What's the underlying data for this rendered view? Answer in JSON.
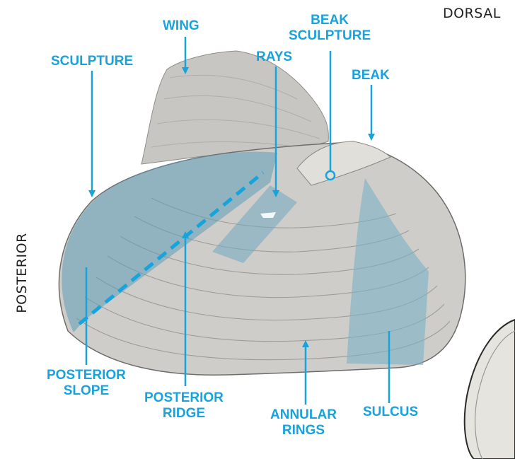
{
  "orientation": {
    "dorsal": "DORSAL",
    "posterior": "POSTERIOR"
  },
  "labels": {
    "wing": "WING",
    "beak_sculpture": [
      "BEAK",
      "SCULPTURE"
    ],
    "sculpture": "SCULPTURE",
    "rays": "RAYS",
    "beak": "BEAK",
    "posterior_slope": [
      "POSTERIOR",
      "SLOPE"
    ],
    "posterior_ridge": [
      "POSTERIOR",
      "RIDGE"
    ],
    "annular_rings": [
      "ANNULAR",
      "RINGS"
    ],
    "sulcus": "SULCUS"
  },
  "colors": {
    "accent": "#17a3db",
    "shell": "#cfcdc9",
    "overlay": "#6fa9bf"
  }
}
